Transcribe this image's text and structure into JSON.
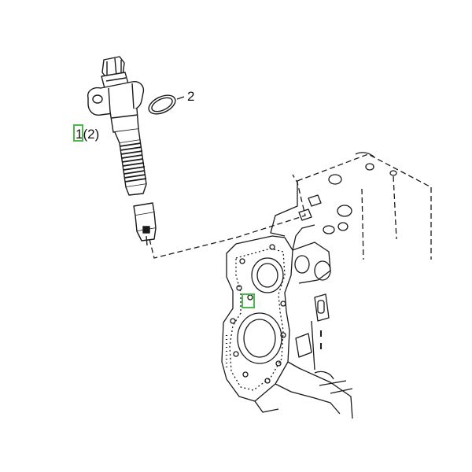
{
  "callouts": {
    "part1_number": "1",
    "part1_qty": "(2)",
    "part2_number": "2"
  },
  "colors": {
    "line": "#1a1a1a",
    "highlight": "#4db84a",
    "background": "#ffffff"
  },
  "icons": {
    "injector": "fuel-injector-icon",
    "oring": "o-ring-icon",
    "engine_block": "engine-block-icon"
  }
}
